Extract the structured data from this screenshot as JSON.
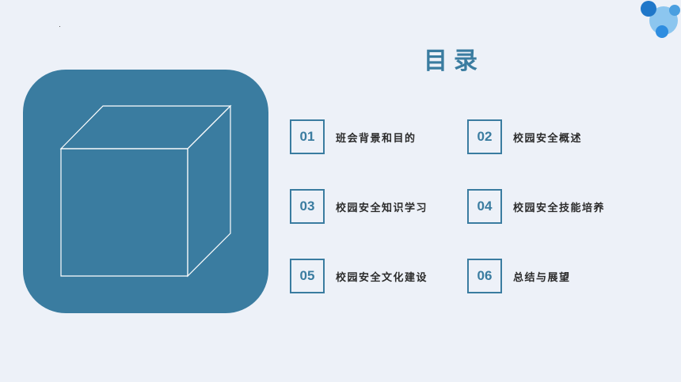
{
  "title": "目录",
  "colors": {
    "accent": "#3a7ca0",
    "background": "#edf1f8",
    "bubble_dark": "#1f77c9",
    "bubble_mid": "#4a9fe0",
    "bubble_light": "#8cc6ef"
  },
  "decor": {
    "cube_icon": "cube-outline-icon",
    "bubbles_icon": "bubbles-decoration-icon"
  },
  "items": [
    {
      "num": "01",
      "label": "班会背景和目的"
    },
    {
      "num": "02",
      "label": "校园安全概述"
    },
    {
      "num": "03",
      "label": "校园安全知识学习"
    },
    {
      "num": "04",
      "label": "校园安全技能培养"
    },
    {
      "num": "05",
      "label": "校园安全文化建设"
    },
    {
      "num": "06",
      "label": "总结与展望"
    }
  ]
}
